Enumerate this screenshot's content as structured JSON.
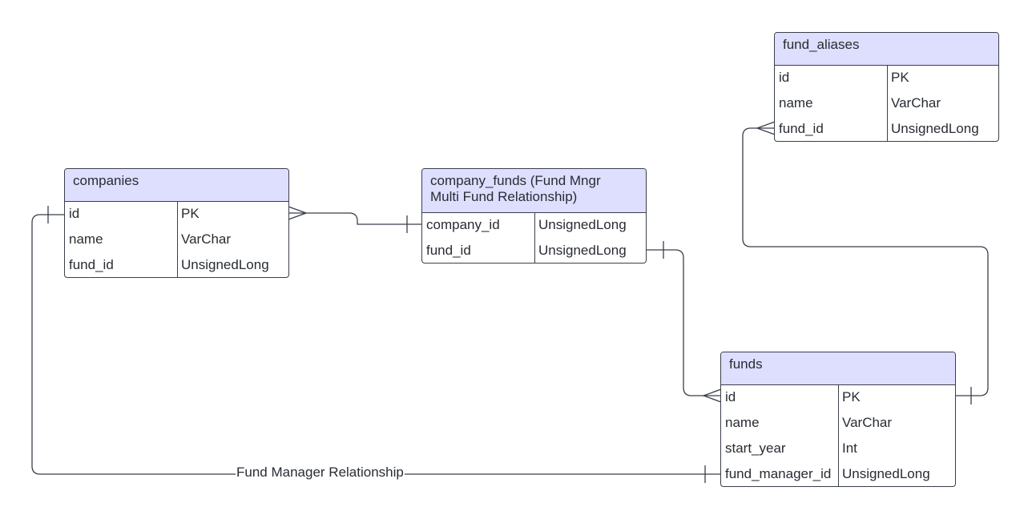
{
  "entities": {
    "companies": {
      "title": "companies",
      "fields": [
        {
          "name": "id",
          "type": "PK"
        },
        {
          "name": "name",
          "type": "VarChar"
        },
        {
          "name": "fund_id",
          "type": "UnsignedLong"
        }
      ]
    },
    "company_funds": {
      "title_line1": "company_funds (Fund Mngr",
      "title_line2": "Multi Fund Relationship)",
      "fields": [
        {
          "name": "company_id",
          "type": "UnsignedLong"
        },
        {
          "name": "fund_id",
          "type": "UnsignedLong"
        }
      ]
    },
    "fund_aliases": {
      "title": "fund_aliases",
      "fields": [
        {
          "name": "id",
          "type": "PK"
        },
        {
          "name": "name",
          "type": "VarChar"
        },
        {
          "name": "fund_id",
          "type": "UnsignedLong"
        }
      ]
    },
    "funds": {
      "title": "funds",
      "fields": [
        {
          "name": "id",
          "type": "PK"
        },
        {
          "name": "name",
          "type": "VarChar"
        },
        {
          "name": "start_year",
          "type": "Int"
        },
        {
          "name": "fund_manager_id",
          "type": "UnsignedLong"
        }
      ]
    }
  },
  "relationships": {
    "fund_manager": {
      "label": "Fund Manager Relationship"
    }
  },
  "colors": {
    "header_fill": "#dedeff",
    "border": "#3a3f4a",
    "text": "#282c33"
  }
}
